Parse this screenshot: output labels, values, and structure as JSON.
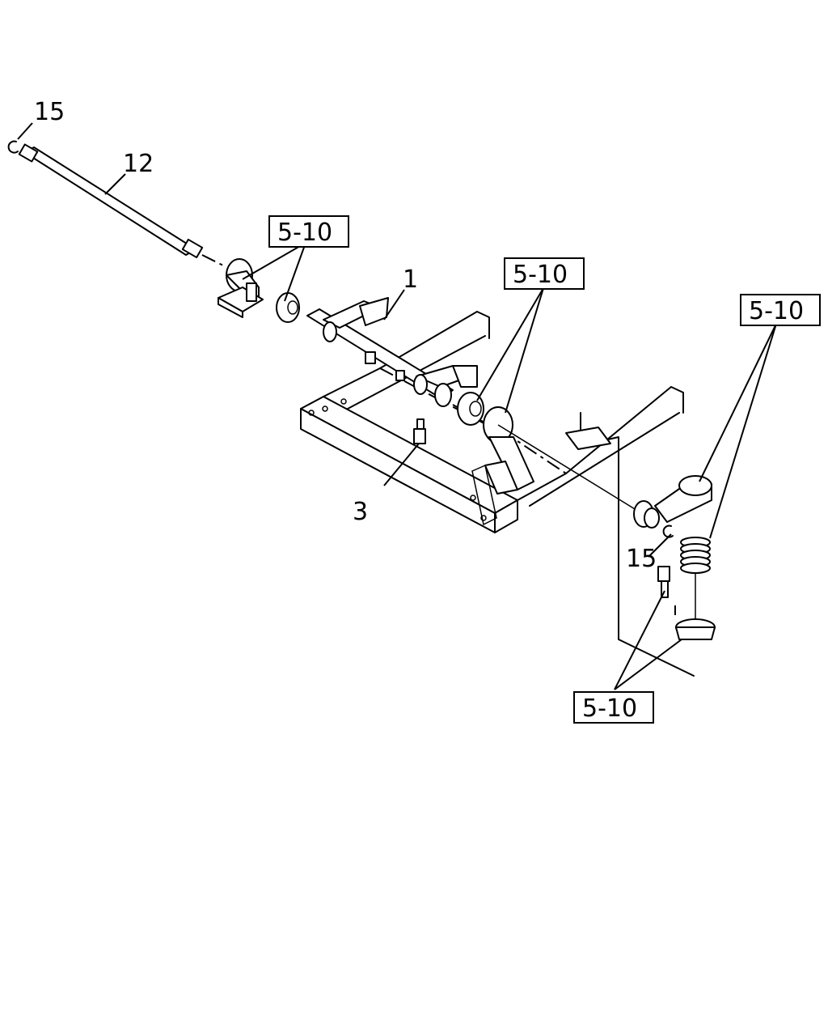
{
  "callouts": {
    "snap_ring_top": "15",
    "rod": "12",
    "shaft": "1",
    "grease_nipple": "3",
    "snap_ring_bottom": "15"
  },
  "refs": {
    "ref_left": "5-10",
    "ref_middle": "5-10",
    "ref_right": "5-10",
    "ref_bottom": "5-10"
  }
}
